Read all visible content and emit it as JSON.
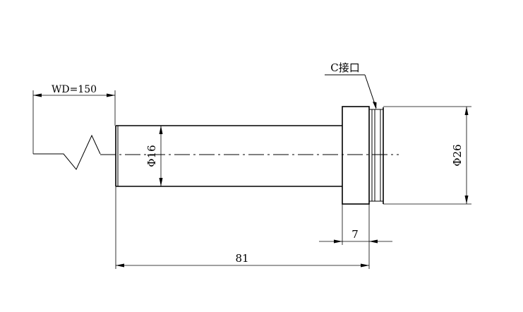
{
  "labels": {
    "wd": "WD=150",
    "interface": "C接口",
    "dia_tube": "Φ16",
    "dia_body": "Φ26",
    "len_flange": "7",
    "len_total": "81"
  }
}
